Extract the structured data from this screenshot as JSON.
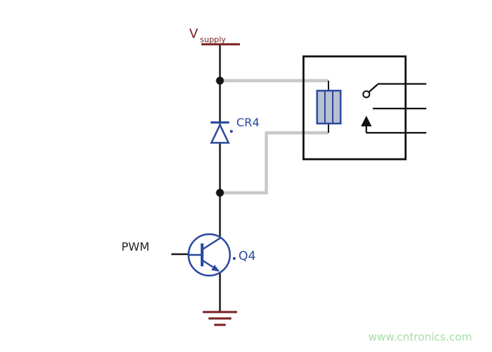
{
  "diagram": {
    "type": "circuit-schematic",
    "labels": {
      "supply_v": "V",
      "supply_sub": "supply",
      "diode_ref": "CR4",
      "pwm_input": "PWM",
      "transistor_ref": "Q4"
    },
    "colors": {
      "supply_maroon": "#7a2222",
      "wire_black": "#1a1a1a",
      "bus_gray": "#c8c8c8",
      "component_blue": "#2b4a9f",
      "coil_fill": "#b9c0d0",
      "relay_outline": "#111111",
      "watermark_green": "#a6dca6"
    },
    "watermark": "www.cntronics.com"
  }
}
